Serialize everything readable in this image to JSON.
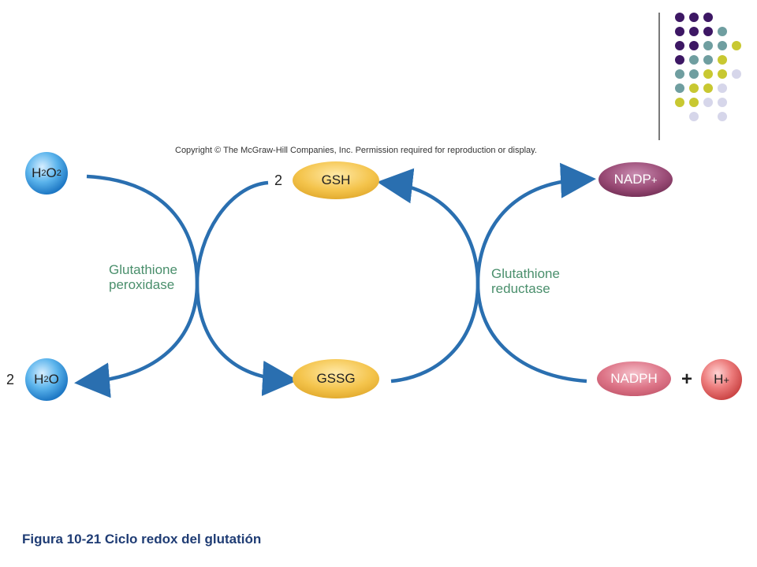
{
  "copyright": "Copyright © The McGraw-Hill Companies, Inc. Permission required for reproduction or display.",
  "enzymes": {
    "peroxidase": [
      "Glutathione",
      "peroxidase"
    ],
    "reductase": [
      "Glutathione",
      "reductase"
    ]
  },
  "molecules": {
    "h2o2": {
      "main": "H",
      "sub1": "2",
      "main2": "O",
      "sub2": "2"
    },
    "h2o": {
      "main": "H",
      "sub1": "2",
      "main2": "O"
    },
    "gsh": "GSH",
    "gssg": "GSSG",
    "nadp_plus": {
      "main": "NADP",
      "sup": "+"
    },
    "nadph": "NADPH",
    "h_plus": {
      "main": "H",
      "sup": "+"
    }
  },
  "coefficients": {
    "water": "2",
    "gsh": "2"
  },
  "plus_sign": "+",
  "caption": "Figura 10-21 Ciclo redox del glutatión",
  "colors": {
    "arrow": "#2a6fb0",
    "enzyme_text": "#4a8f6c",
    "caption_text": "#1f3c74",
    "gsh_fill": "#f2c14a",
    "nadp_fill": "#8b3d66",
    "nadph_fill": "#d86c80",
    "h_fill": "#e06464",
    "water_fill": "#3fa5e0",
    "dot_purple": "#3d1764",
    "dot_teal": "#6f9ea0",
    "dot_yellow": "#c8c831",
    "dot_lavender": "#d6d6ea"
  }
}
